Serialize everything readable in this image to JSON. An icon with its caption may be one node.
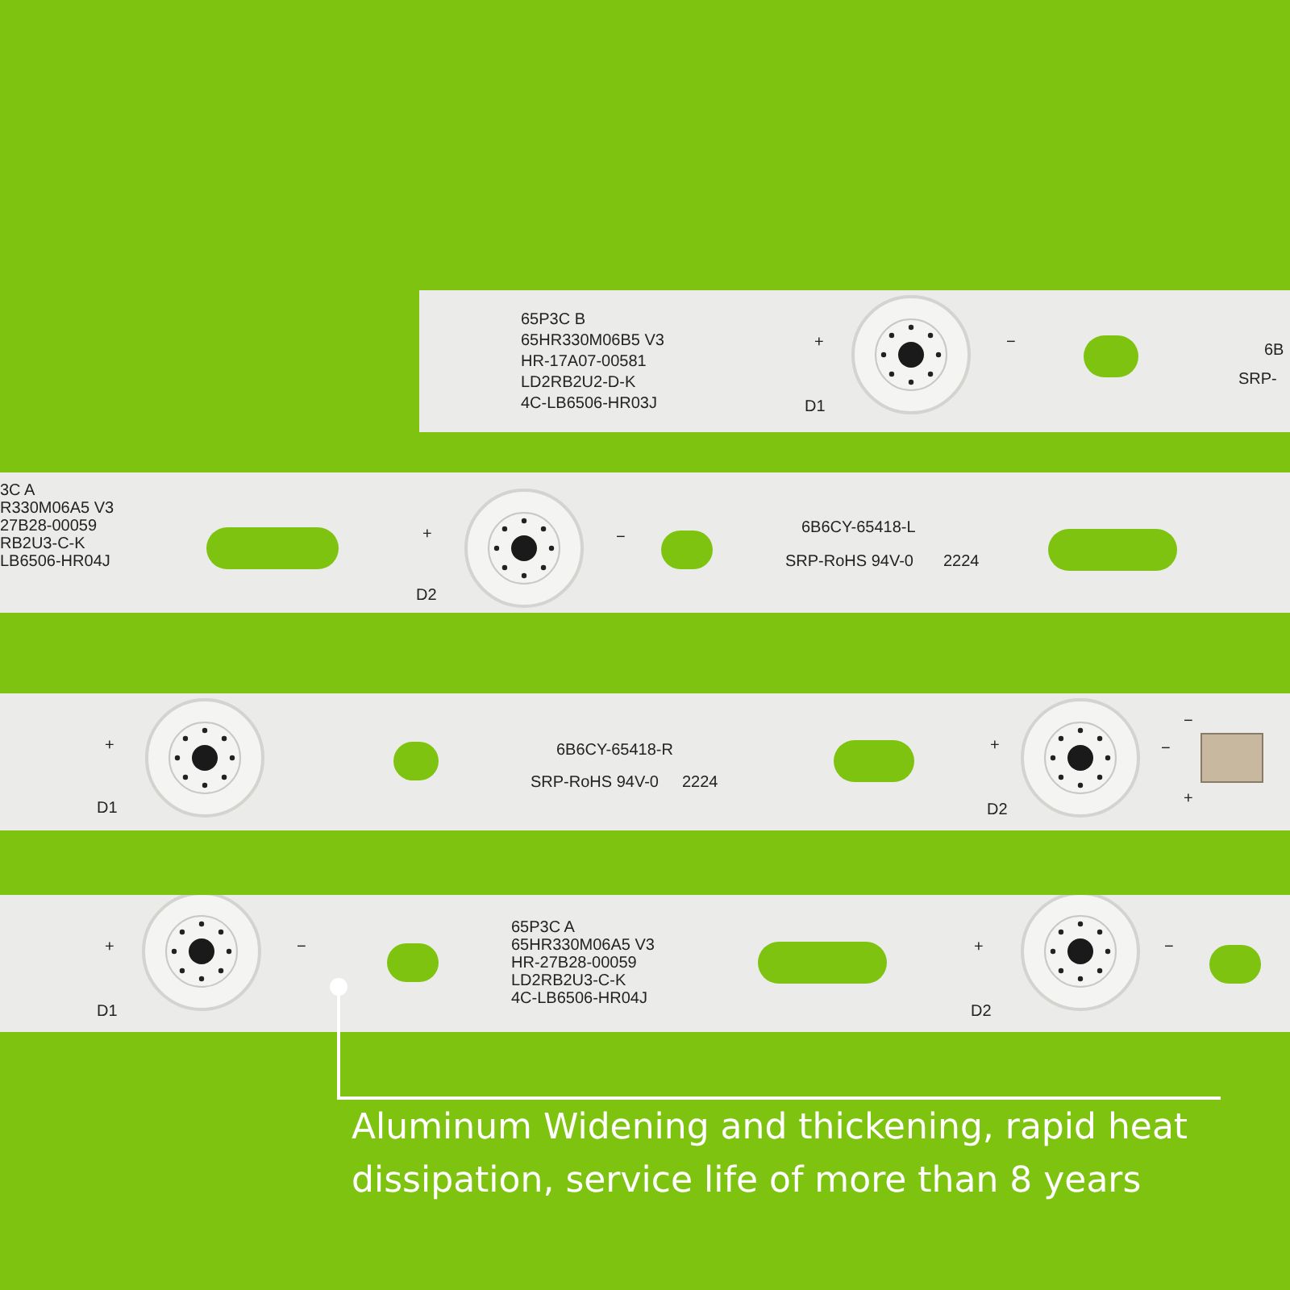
{
  "diagram": {
    "nodes": [
      {
        "text": [
          "65P3C B",
          "65HR330M06B5 V3",
          "HR-17A07-00581",
          "LD2RB2U2-D-K",
          "4C-LB6506-HR03J",
          "+",
          "D1",
          "−",
          "6B",
          "SRP-"
        ]
      },
      {
        "text": [
          "3C A",
          "R330M06A5 V3",
          "27B28-00059",
          "RB2U3-C-K",
          "LB6506-HR04J",
          "+",
          "D2",
          "−",
          "6B6CY-65418-L",
          "SRP-RoHS 94V-0",
          "2224"
        ]
      },
      {
        "text": [
          "+",
          "D1",
          "6B6CY-65418-R",
          "SRP-RoHS 94V-0",
          "2224",
          "+",
          "D2",
          "−",
          "−",
          "+"
        ]
      },
      {
        "text": [
          "65P3C A",
          "65HR330M06A5 V3",
          "HR-27B28-00059",
          "LD2RB2U3-C-K",
          "4C-LB6506-HR04J",
          "+",
          "−",
          "D1",
          "+",
          "−",
          "D2"
        ]
      },
      {
        "text": [
          "Aluminum Widening and thickening, rapid heat dissipation, service life of more than 8 years"
        ]
      }
    ],
    "edges": [
      {
        "from": 4,
        "to": 3,
        "arrow": "other"
      }
    ]
  }
}
